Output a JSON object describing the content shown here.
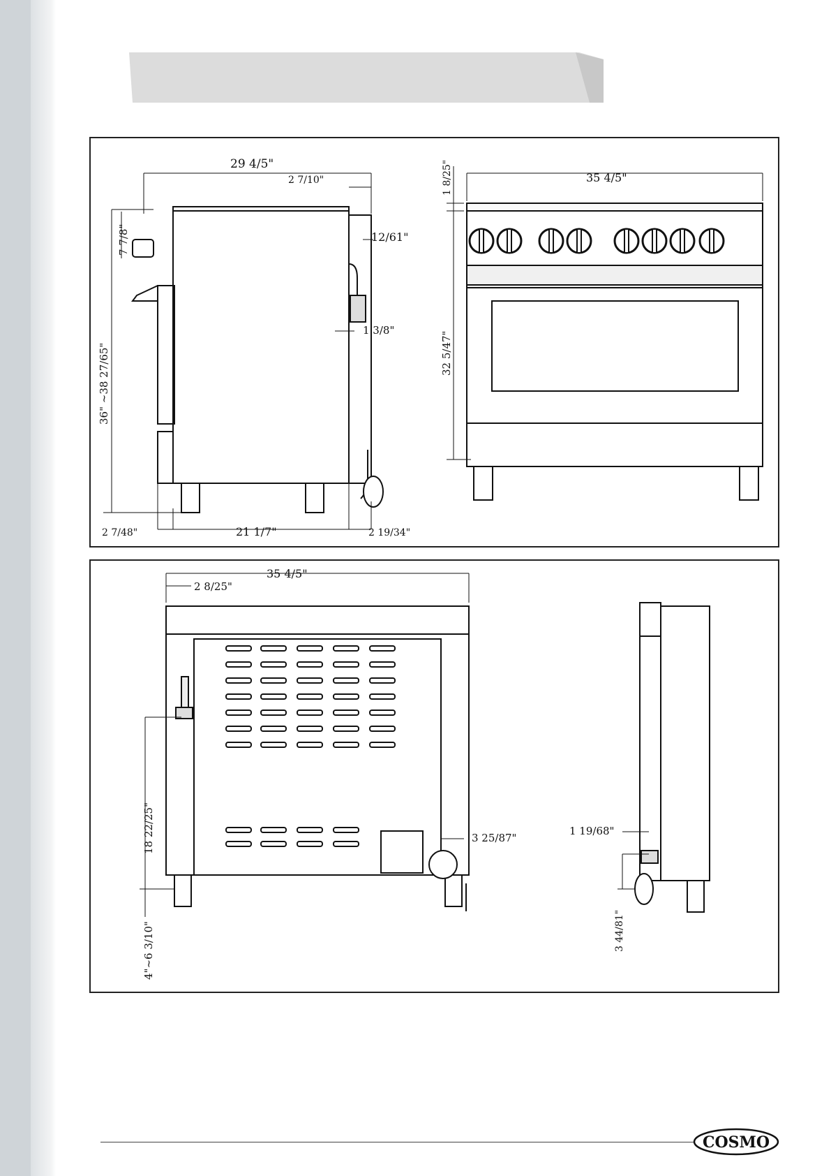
{
  "brand": {
    "logo_text": "COSMO"
  },
  "top_panel": {
    "side_view": {
      "overall_depth": "29 4/5\"",
      "top_offset": "2 7/10\"",
      "pipe_offset": "12/61\"",
      "rear_gap": "1 3/8\"",
      "knob_height": "7 7/8\"",
      "total_height": "36\" ~38 27/65\"",
      "front_offset": "2 7/48\"",
      "body_depth": "21 1/7\"",
      "rear_offset": "2 19/34\""
    },
    "front_view": {
      "width": "35 4/5\"",
      "top_height": "1 8/25\"",
      "oven_height": "32 5/47\""
    }
  },
  "bottom_panel": {
    "rear_view": {
      "width": "35 4/5\"",
      "gas_offset": "2 8/25\"",
      "gas_height": "18 22/25\"",
      "leg_height": "4\"~6 3/10\"",
      "plug_offset": "3 25/87\""
    },
    "profile_view": {
      "plug_gap": "1 19/68\"",
      "plug_height": "3 44/81\""
    }
  }
}
